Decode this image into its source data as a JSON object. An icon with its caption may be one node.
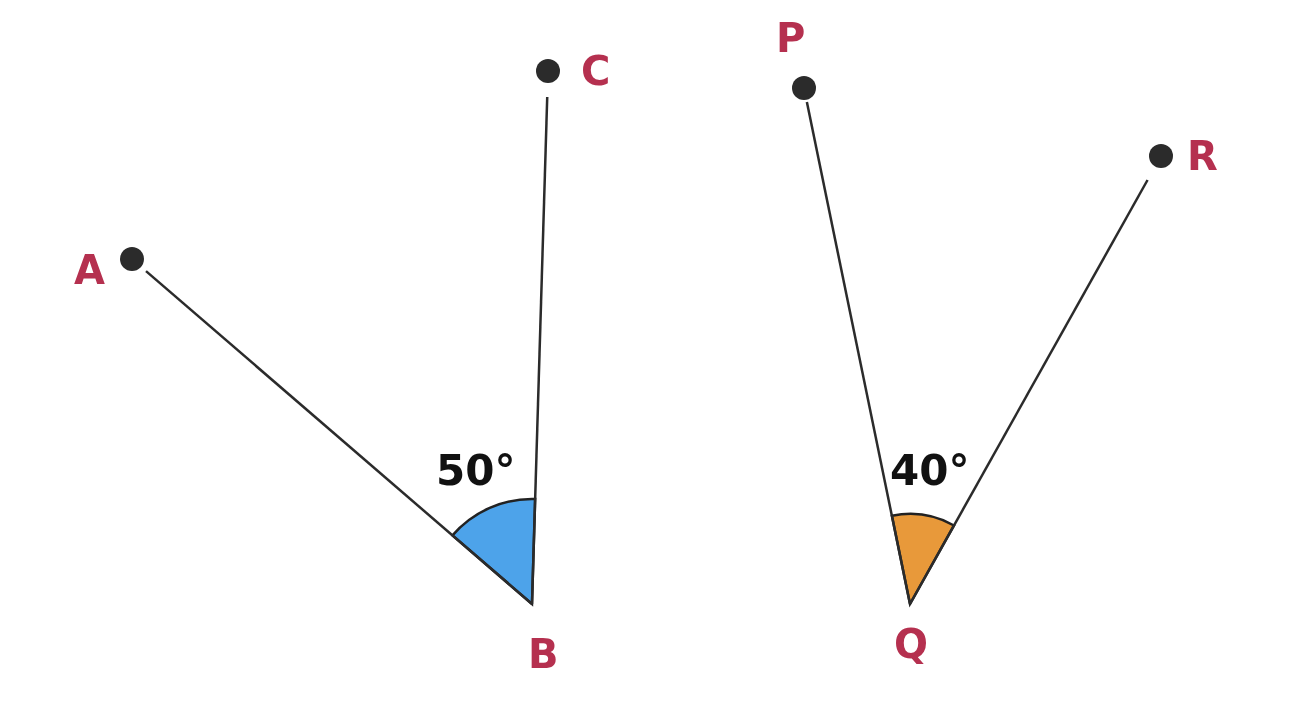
{
  "diagram": {
    "nodes": [
      {
        "text": [
          "A"
        ]
      },
      {
        "text": [
          "C"
        ]
      },
      {
        "text": [
          "B"
        ]
      },
      {
        "text": [
          "P"
        ]
      },
      {
        "text": [
          "R"
        ]
      },
      {
        "text": [
          "Q"
        ]
      }
    ],
    "edges": [
      {
        "from": 0,
        "to": 2,
        "arrow": "none"
      },
      {
        "from": 2,
        "to": 1,
        "arrow": "none"
      },
      {
        "from": 3,
        "to": 5,
        "arrow": "none"
      },
      {
        "from": 5,
        "to": 4,
        "arrow": "none"
      }
    ],
    "labels": [
      "50°",
      "40°"
    ]
  }
}
